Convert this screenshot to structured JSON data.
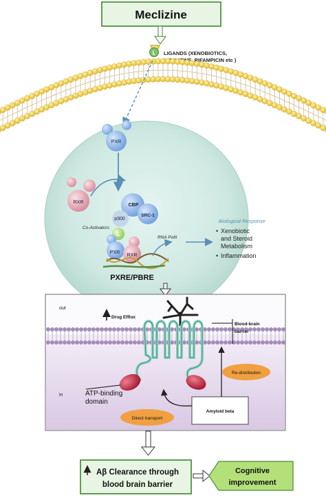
{
  "title_box": {
    "label": "Meclizine"
  },
  "ligand": {
    "badge": "L",
    "label_line1": "LIGANDS (XENOBIOTICS,",
    "label_line2": "MECLIZINE, RIFAMPICIN etc )"
  },
  "cell": {
    "pxr": "PXR",
    "rxr": "RXR",
    "cbp": "CBP",
    "p300": "p300",
    "src1": "SRC-1",
    "coactivators": "Co-Activators",
    "ligand_badge": "L",
    "pxr_bound": "PXR",
    "rxr_bound": "RXR",
    "rna_pol": "RNA PolII",
    "element_label": "PXRE/PBRE"
  },
  "biological_response": {
    "title": "Biological Response",
    "items": [
      "Xenobiotic and Steroid Metabolism",
      "Inflammation"
    ],
    "item1_line1": "Xenobiotic",
    "item1_line2": "and Steroid",
    "item1_line3": "Metabolism",
    "item2": "Inflammation"
  },
  "bbb_panel": {
    "out_label": "out",
    "in_label": "in",
    "drug_efflux": "Drug Efflux",
    "bbb_label_line1": "Blood-brain",
    "bbb_label_line2": "barrier",
    "atp_line1": "ATP-binding",
    "atp_line2": "domain",
    "redistribution": "Re-distribution",
    "direct_transport": "Direct transport",
    "amyloid_beta": "Amyloid beta"
  },
  "outcome": {
    "clearance_line1": "Aβ Clearance through",
    "clearance_line2": "blood brain barrier",
    "cognitive_line1": "Cognitive",
    "cognitive_line2": "improvement"
  },
  "colors": {
    "green_box_fill": "#e8f5e4",
    "green_box_stroke": "#5e9e4e",
    "cell_fill": "#cfe9e2",
    "membrane_head": "#f0d24a",
    "pxr_blue": "#8ab4e8",
    "rxr_pink": "#e7a7b5",
    "panel_purple": "#dccde6",
    "orange_oval": "#f0a040",
    "transporter_red": "#c4243f",
    "transporter_teal": "#8fd6c5"
  }
}
